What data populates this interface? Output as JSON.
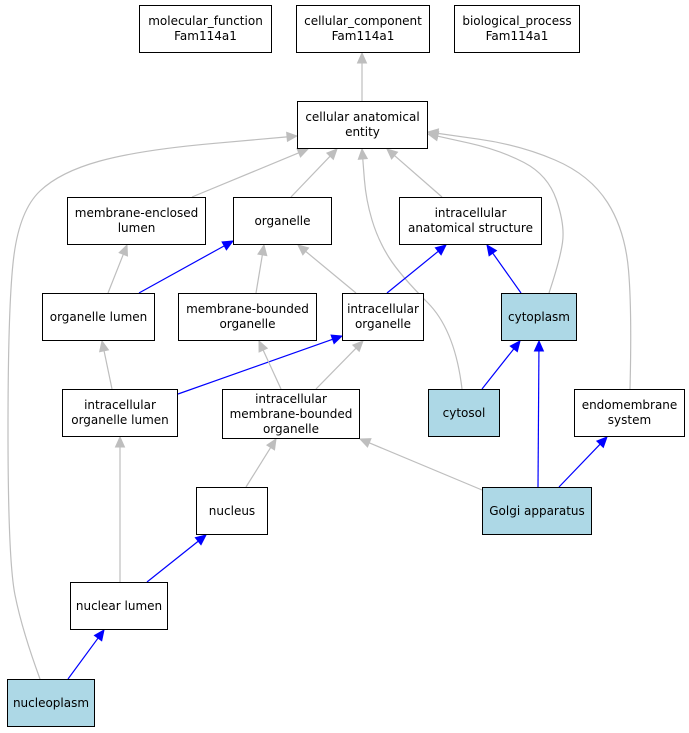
{
  "colors": {
    "highlight_fill": "#add8e6",
    "edge_gray": "#bebebe",
    "edge_blue": "#0000ff"
  },
  "nodes": {
    "molecular_function": {
      "label": "molecular_function\nFam114a1",
      "highlight": false
    },
    "cellular_component": {
      "label": "cellular_component\nFam114a1",
      "highlight": false
    },
    "biological_process": {
      "label": "biological_process\nFam114a1",
      "highlight": false
    },
    "cellular_anatomical_entity": {
      "label": "cellular anatomical\nentity",
      "highlight": false
    },
    "membrane_enclosed_lumen": {
      "label": "membrane-enclosed\nlumen",
      "highlight": false
    },
    "organelle": {
      "label": "organelle",
      "highlight": false
    },
    "intracellular_anatomical_structure": {
      "label": "intracellular\nanatomical structure",
      "highlight": false
    },
    "organelle_lumen": {
      "label": "organelle lumen",
      "highlight": false
    },
    "membrane_bounded_organelle": {
      "label": "membrane-bounded\norganelle",
      "highlight": false
    },
    "intracellular_organelle": {
      "label": "intracellular\norganelle",
      "highlight": false
    },
    "cytoplasm": {
      "label": "cytoplasm",
      "highlight": true
    },
    "intracellular_organelle_lumen": {
      "label": "intracellular\norganelle lumen",
      "highlight": false
    },
    "intracellular_membrane_bounded_organelle": {
      "label": "intracellular\nmembrane-bounded\norganelle",
      "highlight": false
    },
    "cytosol": {
      "label": "cytosol",
      "highlight": true
    },
    "endomembrane_system": {
      "label": "endomembrane\nsystem",
      "highlight": false
    },
    "nucleus": {
      "label": "nucleus",
      "highlight": false
    },
    "golgi_apparatus": {
      "label": "Golgi apparatus",
      "highlight": true
    },
    "nuclear_lumen": {
      "label": "nuclear lumen",
      "highlight": false
    },
    "nucleoplasm": {
      "label": "nucleoplasm",
      "highlight": true
    }
  },
  "edges": [
    {
      "from": "cellular_anatomical_entity",
      "to": "cellular_component",
      "color": "gray"
    },
    {
      "from": "membrane_enclosed_lumen",
      "to": "cellular_anatomical_entity",
      "color": "gray"
    },
    {
      "from": "organelle",
      "to": "cellular_anatomical_entity",
      "color": "gray"
    },
    {
      "from": "intracellular_anatomical_structure",
      "to": "cellular_anatomical_entity",
      "color": "gray"
    },
    {
      "from": "cytoplasm",
      "to": "cellular_anatomical_entity",
      "color": "gray"
    },
    {
      "from": "endomembrane_system",
      "to": "cellular_anatomical_entity",
      "color": "gray"
    },
    {
      "from": "cytosol",
      "to": "cellular_anatomical_entity",
      "color": "gray"
    },
    {
      "from": "nucleoplasm",
      "to": "cellular_anatomical_entity",
      "color": "gray"
    },
    {
      "from": "organelle_lumen",
      "to": "membrane_enclosed_lumen",
      "color": "gray"
    },
    {
      "from": "organelle_lumen",
      "to": "organelle",
      "color": "blue"
    },
    {
      "from": "membrane_bounded_organelle",
      "to": "organelle",
      "color": "gray"
    },
    {
      "from": "intracellular_organelle",
      "to": "organelle",
      "color": "gray"
    },
    {
      "from": "intracellular_organelle",
      "to": "intracellular_anatomical_structure",
      "color": "blue"
    },
    {
      "from": "cytoplasm",
      "to": "intracellular_anatomical_structure",
      "color": "blue"
    },
    {
      "from": "intracellular_organelle_lumen",
      "to": "organelle_lumen",
      "color": "gray"
    },
    {
      "from": "intracellular_organelle_lumen",
      "to": "intracellular_organelle",
      "color": "blue"
    },
    {
      "from": "intracellular_membrane_bounded_organelle",
      "to": "membrane_bounded_organelle",
      "color": "gray"
    },
    {
      "from": "intracellular_membrane_bounded_organelle",
      "to": "intracellular_organelle",
      "color": "gray"
    },
    {
      "from": "cytosol",
      "to": "cytoplasm",
      "color": "blue"
    },
    {
      "from": "golgi_apparatus",
      "to": "cytoplasm",
      "color": "blue"
    },
    {
      "from": "golgi_apparatus",
      "to": "endomembrane_system",
      "color": "blue"
    },
    {
      "from": "golgi_apparatus",
      "to": "intracellular_membrane_bounded_organelle",
      "color": "gray"
    },
    {
      "from": "nucleus",
      "to": "intracellular_membrane_bounded_organelle",
      "color": "gray"
    },
    {
      "from": "nuclear_lumen",
      "to": "intracellular_organelle_lumen",
      "color": "gray"
    },
    {
      "from": "nuclear_lumen",
      "to": "nucleus",
      "color": "blue"
    },
    {
      "from": "nucleoplasm",
      "to": "nuclear_lumen",
      "color": "blue"
    }
  ]
}
